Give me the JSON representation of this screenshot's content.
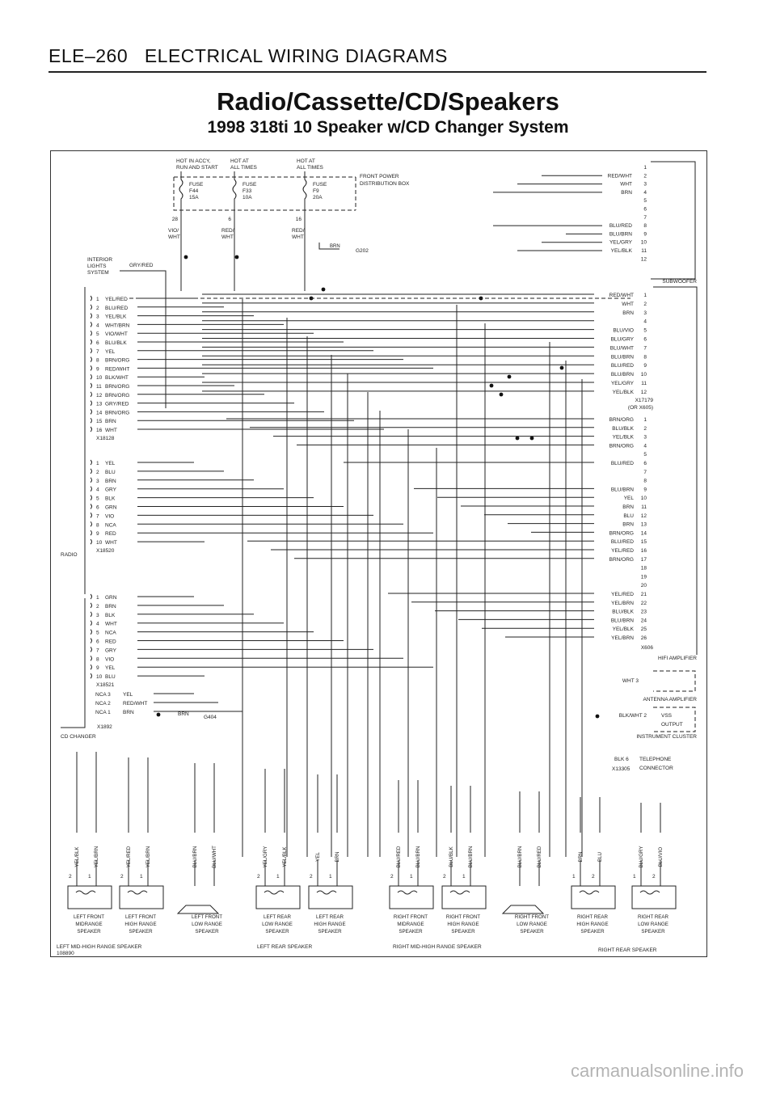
{
  "header": {
    "page": "ELE–260",
    "section": "ELECTRICAL WIRING DIAGRAMS"
  },
  "title": "Radio/Cassette/CD/Speakers",
  "subtitle": "1998 318ti 10 Speaker w/CD Changer System",
  "fuse_box": {
    "labels": [
      "HOT IN ACCY, RUN AND START",
      "HOT AT ALL TIMES",
      "HOT AT ALL TIMES"
    ],
    "fuses": [
      {
        "name": "FUSE",
        "id": "F44",
        "amp": "15A",
        "pin": "28",
        "wire": "VIO/ WHT"
      },
      {
        "name": "FUSE",
        "id": "F33",
        "amp": "10A",
        "pin": "6",
        "wire": "RED/ WHT"
      },
      {
        "name": "FUSE",
        "id": "F9",
        "amp": "20A",
        "pin": "16",
        "wire": "RED/ WHT"
      }
    ],
    "box_label": "FRONT POWER DISTRIBUTION BOX",
    "ground": "G202",
    "ground_wire": "BRN"
  },
  "interior_lights": {
    "label": "INTERIOR LIGHTS SYSTEM",
    "wire": "GRY/RED"
  },
  "subwoofer": {
    "label": "SUBWOOFER",
    "pins": [
      {
        "n": "1",
        "w": ""
      },
      {
        "n": "2",
        "w": "RED/WHT"
      },
      {
        "n": "3",
        "w": "WHT"
      },
      {
        "n": "4",
        "w": "BRN"
      },
      {
        "n": "5",
        "w": ""
      },
      {
        "n": "6",
        "w": ""
      },
      {
        "n": "7",
        "w": ""
      },
      {
        "n": "8",
        "w": "BLU/RED"
      },
      {
        "n": "9",
        "w": "BLU/BRN"
      },
      {
        "n": "10",
        "w": "YEL/GRY"
      },
      {
        "n": "11",
        "w": "YEL/BLK"
      },
      {
        "n": "12",
        "w": ""
      }
    ]
  },
  "radio": {
    "label": "RADIO",
    "connectors": [
      {
        "id": "X18128",
        "pins": [
          {
            "n": "1",
            "w": "YEL/RED"
          },
          {
            "n": "2",
            "w": "BLU/RED"
          },
          {
            "n": "3",
            "w": "YEL/BLK"
          },
          {
            "n": "4",
            "w": "WHT/BRN"
          },
          {
            "n": "5",
            "w": "VIO/WHT"
          },
          {
            "n": "6",
            "w": "BLU/BLK"
          },
          {
            "n": "7",
            "w": "YEL"
          },
          {
            "n": "8",
            "w": "BRN/ORG"
          },
          {
            "n": "9",
            "w": "RED/WHT"
          },
          {
            "n": "10",
            "w": "BLK/WHT"
          },
          {
            "n": "11",
            "w": "BRN/ORG"
          },
          {
            "n": "12",
            "w": "BRN/ORG"
          },
          {
            "n": "13",
            "w": "GRY/RED"
          },
          {
            "n": "14",
            "w": "BRN/ORG"
          },
          {
            "n": "15",
            "w": "BRN"
          },
          {
            "n": "16",
            "w": "WHT"
          }
        ]
      },
      {
        "id": "X18520",
        "pins": [
          {
            "n": "1",
            "w": "YEL"
          },
          {
            "n": "2",
            "w": "BLU"
          },
          {
            "n": "3",
            "w": "BRN"
          },
          {
            "n": "4",
            "w": "GRY"
          },
          {
            "n": "5",
            "w": "BLK"
          },
          {
            "n": "6",
            "w": "GRN"
          },
          {
            "n": "7",
            "w": "VIO"
          },
          {
            "n": "8",
            "w": "NCA"
          },
          {
            "n": "9",
            "w": "RED"
          },
          {
            "n": "10",
            "w": "WHT"
          }
        ]
      },
      {
        "id": "X18521",
        "pins": [
          {
            "n": "1",
            "w": "GRN"
          },
          {
            "n": "2",
            "w": "BRN"
          },
          {
            "n": "3",
            "w": "BLK"
          },
          {
            "n": "4",
            "w": "WHT"
          },
          {
            "n": "5",
            "w": "NCA"
          },
          {
            "n": "6",
            "w": "RED"
          },
          {
            "n": "7",
            "w": "GRY"
          },
          {
            "n": "8",
            "w": "VIO"
          },
          {
            "n": "9",
            "w": "YEL"
          },
          {
            "n": "10",
            "w": "BLU"
          }
        ]
      }
    ]
  },
  "cd_changer": {
    "label": "CD CHANGER",
    "connector": "X1892",
    "pins": [
      {
        "n": "NCA 3",
        "w": "YEL"
      },
      {
        "n": "NCA 2",
        "w": "RED/WHT"
      },
      {
        "n": "NCA 1",
        "w": "BRN"
      }
    ],
    "ground": "G404",
    "ground_wire": "BRN"
  },
  "hifi_amplifier": {
    "label": "HIFI AMPLIFIER",
    "connectors": [
      {
        "id": "X17179 (OR X605)",
        "pins": [
          {
            "n": "1",
            "w": "RED/WHT"
          },
          {
            "n": "2",
            "w": "WHT"
          },
          {
            "n": "3",
            "w": "BRN"
          },
          {
            "n": "4",
            "w": ""
          },
          {
            "n": "5",
            "w": "BLU/VIO"
          },
          {
            "n": "6",
            "w": "BLU/GRY"
          },
          {
            "n": "7",
            "w": "BLU/WHT"
          },
          {
            "n": "8",
            "w": "BLU/BRN"
          },
          {
            "n": "9",
            "w": "BLU/RED"
          },
          {
            "n": "10",
            "w": "BLU/BRN"
          },
          {
            "n": "11",
            "w": "YEL/GRY"
          },
          {
            "n": "12",
            "w": "YEL/BLK"
          }
        ]
      },
      {
        "id": "X606",
        "pins": [
          {
            "n": "1",
            "w": "BRN/ORG"
          },
          {
            "n": "2",
            "w": "BLU/BLK"
          },
          {
            "n": "3",
            "w": "YEL/BLK"
          },
          {
            "n": "4",
            "w": "BRN/ORG"
          },
          {
            "n": "5",
            "w": ""
          },
          {
            "n": "6",
            "w": "BLU/RED"
          },
          {
            "n": "7",
            "w": ""
          },
          {
            "n": "8",
            "w": ""
          },
          {
            "n": "9",
            "w": "BLU/BRN"
          },
          {
            "n": "10",
            "w": "YEL"
          },
          {
            "n": "11",
            "w": "BRN"
          },
          {
            "n": "12",
            "w": "BLU"
          },
          {
            "n": "13",
            "w": "BRN"
          },
          {
            "n": "14",
            "w": "BRN/ORG"
          },
          {
            "n": "15",
            "w": "BLU/RED"
          },
          {
            "n": "16",
            "w": "YEL/RED"
          },
          {
            "n": "17",
            "w": "BRN/ORG"
          },
          {
            "n": "18",
            "w": ""
          },
          {
            "n": "19",
            "w": ""
          },
          {
            "n": "20",
            "w": ""
          },
          {
            "n": "21",
            "w": "YEL/RED"
          },
          {
            "n": "22",
            "w": "YEL/BRN"
          },
          {
            "n": "23",
            "w": "BLU/BLK"
          },
          {
            "n": "24",
            "w": "BLU/BRN"
          },
          {
            "n": "25",
            "w": "YEL/BLK"
          },
          {
            "n": "26",
            "w": "YEL/BRN"
          }
        ]
      }
    ]
  },
  "antenna_amplifier": {
    "label": "ANTENNA AMPLIFIER",
    "pin": "3",
    "wire": "WHT"
  },
  "instrument_cluster": {
    "label": "INSTRUMENT CLUSTER",
    "pin": "2",
    "wire": "BLK/WHT",
    "signal": "VSS OUTPUT"
  },
  "telephone_connector": {
    "label": "TELEPHONE CONNECTOR",
    "connector": "X13305",
    "pin": "6",
    "wire": "BLK"
  },
  "speakers": [
    {
      "label": "LEFT FRONT MIDRANGE SPEAKER",
      "wires": [
        "YEL/BLK",
        "YEL/BRN"
      ],
      "pins": [
        "2",
        "1"
      ]
    },
    {
      "label": "LEFT FRONT HIGH RANGE SPEAKER",
      "wires": [
        "YEL/RED",
        "YEL/BRN"
      ],
      "pins": [
        "2",
        "1"
      ]
    },
    {
      "label": "LEFT FRONT LOW RANGE SPEAKER",
      "wires": [
        "BLU/BRN",
        "BLU/WHT"
      ],
      "pins": [
        "",
        ""
      ]
    },
    {
      "label": "LEFT REAR LOW RANGE SPEAKER",
      "wires": [
        "YEL/GRY",
        "YEL/BLK"
      ],
      "pins": [
        "2",
        "1"
      ]
    },
    {
      "label": "LEFT REAR HIGH RANGE SPEAKER",
      "wires": [
        "YEL",
        "BRN"
      ],
      "pins": [
        "2",
        "1"
      ]
    },
    {
      "label": "RIGHT FRONT MIDRANGE SPEAKER",
      "wires": [
        "BLU/RED",
        "BLU/BRN"
      ],
      "pins": [
        "2",
        "1"
      ]
    },
    {
      "label": "RIGHT FRONT HIGH RANGE SPEAKER",
      "wires": [
        "BLU/BLK",
        "BLU/BRN"
      ],
      "pins": [
        "2",
        "1"
      ]
    },
    {
      "label": "RIGHT FRONT LOW RANGE SPEAKER",
      "wires": [
        "BLU/BRN",
        "BLU/RED"
      ],
      "pins": [
        "",
        ""
      ]
    },
    {
      "label": "RIGHT REAR HIGH RANGE SPEAKER",
      "wires": [
        "BRN",
        "BLU"
      ],
      "pins": [
        "1",
        "2"
      ]
    },
    {
      "label": "RIGHT REAR LOW RANGE SPEAKER",
      "wires": [
        "BLU/GRY",
        "BLU/VIO"
      ],
      "pins": [
        "1",
        "2"
      ]
    }
  ],
  "group_labels": [
    "LEFT MID-HIGH RANGE SPEAKER",
    "LEFT REAR SPEAKER",
    "RIGHT MID-HIGH RANGE SPEAKER",
    "RIGHT REAR SPEAKER"
  ],
  "doc_id": "108890",
  "watermark": "carmanualsonline.info"
}
